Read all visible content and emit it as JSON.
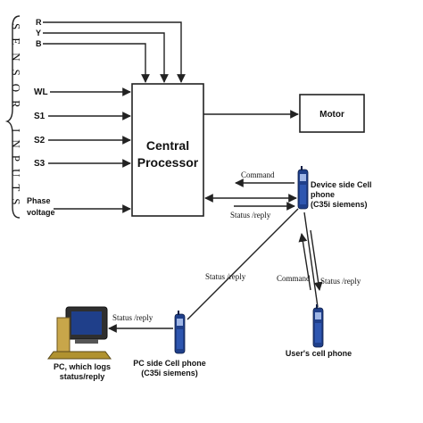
{
  "sensor_group": {
    "brace_text_top": "SENSOR",
    "brace_text_bottom": "INPUTS",
    "inputs": [
      "R",
      "Y",
      "B",
      "WL",
      "S1",
      "S2",
      "S3",
      "Phase",
      "voltage"
    ]
  },
  "central_processor": {
    "line1": "Central",
    "line2": "Processor"
  },
  "motor": {
    "label": "Motor"
  },
  "device_phone": {
    "line1": "Device side Cell",
    "line2": "phone",
    "line3": "(C35i siemens)"
  },
  "pc_side_phone": {
    "line1": "PC side Cell phone",
    "line2": "(C35i siemens)"
  },
  "user_phone": {
    "label": "User's cell phone"
  },
  "pc": {
    "line1": "PC, which logs",
    "line2": "status/reply"
  },
  "links": {
    "command": "Command",
    "status_reply": "Status /reply"
  }
}
